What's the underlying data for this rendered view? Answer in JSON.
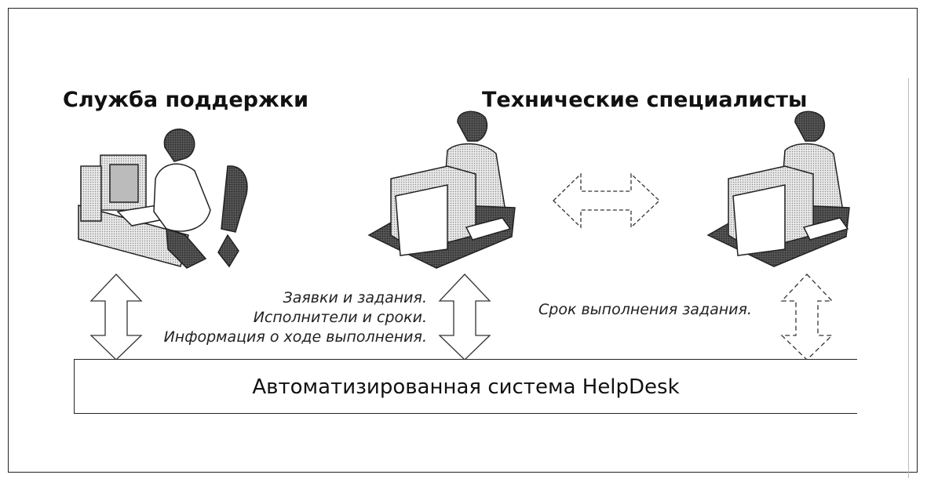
{
  "headings": {
    "support": "Служба поддержки",
    "tech": "Технические специалисты"
  },
  "notes": {
    "requests": [
      "Заявки и задания.",
      "Исполнители и сроки.",
      "Информация о ходе выполнения."
    ],
    "deadline": "Срок выполнения задания."
  },
  "system": {
    "label": "Автоматизированная система HelpDesk"
  },
  "icons": {
    "support_person": "support-operator-icon",
    "tech_person_1": "technician-computer-icon",
    "tech_person_2": "technician-computer-icon"
  }
}
